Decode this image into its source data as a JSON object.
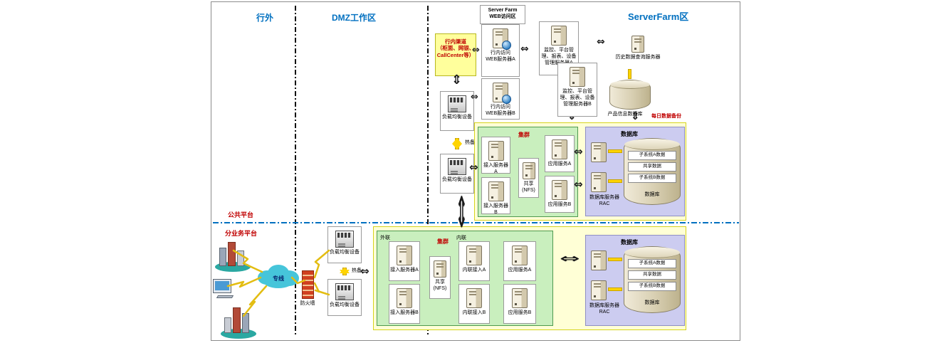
{
  "zones": {
    "outside": "行外",
    "dmz": "DMZ工作区",
    "serverfarm": "ServerFarm区",
    "webzone": "Server Farm\nWEB访问区",
    "public_platform": "公共平台",
    "business_platform": "分业务平台"
  },
  "channel": {
    "label": "行内渠道\n（柜面、网银、\nCallCenter等）"
  },
  "web": {
    "a": "行内访问\nWEB服务器A",
    "b": "行内访问\nWEB服务器B"
  },
  "mgmt": {
    "a": "监控、平台管理、报表、设备管理服务器A",
    "b": "监控、平台管理、报表、设备管理服务器B"
  },
  "history_server": "历史数据查询服务器",
  "product_db": "产品信息数据库",
  "daily_backup": "每日数据备份",
  "lb_label": "负载均衡设备",
  "hot_standby": "热备",
  "cluster_label": "集群",
  "db_zone_label": "数据库",
  "upper_cluster": {
    "access_a": "接入服务器A",
    "access_b": "接入服务器B",
    "nfs": "共享\n(NFS)",
    "app_a": "应用服务A",
    "app_b": "应用服务B"
  },
  "lower_cluster": {
    "external": "外联",
    "internal": "内联",
    "access_a": "接入服务器A",
    "access_b": "接入服务器B",
    "nfs": "共享\n(NFS)",
    "int_a": "内联接入A",
    "int_b": "内联接入B",
    "app_a": "应用服务A",
    "app_b": "应用服务B"
  },
  "database": {
    "rac": "数据库服务器\nRAC",
    "cyl_label": "数据库",
    "band_a": "子系统A数据",
    "band_shared": "共享数据",
    "band_b": "子系统B数据"
  },
  "left": {
    "leased_line": "专线",
    "firewall": "防火墙"
  },
  "icons": {
    "h_arrow": "⇔",
    "v_arrow": "⇕"
  }
}
